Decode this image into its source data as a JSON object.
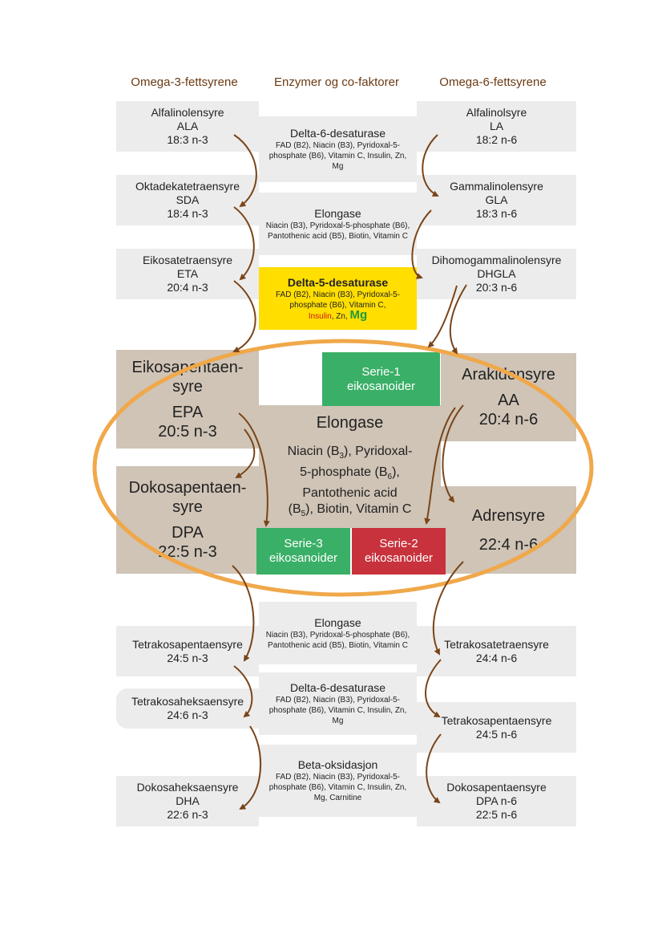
{
  "headers": {
    "omega3": "Omega-3-fettsyrene",
    "enzymes": "Enzymer og co-faktorer",
    "omega6": "Omega-6-fettsyrene"
  },
  "left": {
    "ala": [
      "Alfalinolensyre",
      "ALA",
      "18:3 n-3"
    ],
    "sda": [
      "Oktadekatetraensyre",
      "SDA",
      "18:4 n-3"
    ],
    "eta": [
      "Eikosatetraensyre",
      "ETA",
      "20:4 n-3"
    ],
    "epa": [
      "Eikosapentaen-",
      "syre",
      "EPA",
      "20:5 n-3"
    ],
    "dpa": [
      "Dokosapentaen-",
      "syre",
      "DPA",
      "22:5 n-3"
    ],
    "tpa": [
      "Tetrakosapentaensyre",
      "24:5 n-3"
    ],
    "tha": [
      "Tetrakosaheksaensyre",
      "24:6 n-3"
    ],
    "dha": [
      "Dokosaheksaensyre",
      "DHA",
      "22:6 n-3"
    ]
  },
  "right": {
    "la": [
      "Alfalinolsyre",
      "LA",
      "18:2 n-6"
    ],
    "gla": [
      "Gammalinolensyre",
      "GLA",
      "18:3 n-6"
    ],
    "dhgla": [
      "Dihomogammalinolensyre",
      "DHGLA",
      "20:3 n-6"
    ],
    "aa": [
      "Arakidonsyre",
      "AA",
      "20:4 n-6"
    ],
    "adr": [
      "Adrensyre",
      "22:4 n-6"
    ],
    "tta": [
      "Tetrakosatetraensyre",
      "24:4 n-6"
    ],
    "tpa6": [
      "Tetrakosapentaensyre",
      "24:5 n-6"
    ],
    "dpa6": [
      "Dokosapentaensyre",
      "DPA n-6",
      "22:5 n-6"
    ]
  },
  "enzymes": {
    "d6": {
      "title": "Delta-6-desaturase",
      "cof": "FAD (B2), Niacin (B3), Pyridoxal-5-phosphate (B6), Vitamin C, Insulin, Zn, Mg"
    },
    "elo1": {
      "title": "Elongase",
      "cof": "Niacin (B3), Pyridoxal-5-phosphate (B6), Pantothenic acid (B5), Biotin, Vitamin C"
    },
    "d5": {
      "title": "Delta-5-desaturase",
      "cof": "FAD (B2), Niacin (B3), Pyridoxal-5-phosphate (B6), Vitamin C,",
      "insulin": "Insulin",
      "zn": ", Zn, ",
      "mg": "Mg"
    },
    "elo2": {
      "title": "Elongase",
      "l1": "Niacin (B",
      "s1": "3",
      "l1b": "), Pyridoxal-",
      "l2": "5-phosphate (B",
      "s2": "6",
      "l2b": "),",
      "l3": "Pantothenic acid",
      "l4": "(B",
      "s4": "5",
      "l4b": "), Biotin, Vitamin C"
    },
    "elo3": {
      "title": "Elongase",
      "cof": "Niacin (B3), Pyridoxal-5-phosphate (B6), Pantothenic acid (B5), Biotin, Vitamin C"
    },
    "d6b": {
      "title": "Delta-6-desaturase",
      "cof": "FAD (B2), Niacin (B3), Pyridoxal-5-phosphate (B6), Vitamin C, Insulin, Zn, Mg"
    },
    "beta": {
      "title": "Beta-oksidasjon",
      "cof": "FAD (B2), Niacin (B3), Pyridoxal-5-phosphate (B6), Vitamin C, Insulin, Zn, Mg, Carnitine"
    }
  },
  "series": {
    "s1": [
      "Serie-1",
      "eikosanoider"
    ],
    "s3": [
      "Serie-3",
      "eikosanoider"
    ],
    "s2": [
      "Serie-2",
      "eikosanoider"
    ]
  },
  "colors": {
    "brown": "#7a4418",
    "grey": "#ececec",
    "tan": "#cfc4b6",
    "yellow": "#ffde00",
    "green": "#3aaf67",
    "red": "#c8323c",
    "orange": "#f0a84a",
    "mg_green": "#1e9a3a",
    "insulin_red": "#d01818"
  }
}
